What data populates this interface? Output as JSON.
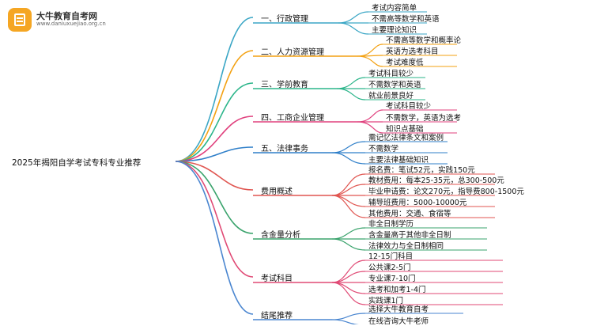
{
  "logo": {
    "name": "大牛教育自考网",
    "url": "www.daniuxuejiao.org.cn"
  },
  "root": "2025年揭阳自学考试专科专业推荐",
  "colors": [
    "#3aa6c5",
    "#f3a112",
    "#2bb58a",
    "#e0407d",
    "#2f7fc9",
    "#e05550",
    "#3aa36c",
    "#e04a75",
    "#4a86d0"
  ],
  "branches": [
    {
      "label": "一、行政管理",
      "leaves": [
        "考试内容简单",
        "不需高等数学和英语",
        "主要理论知识"
      ]
    },
    {
      "label": "二、人力资源管理",
      "leaves": [
        "不需高等数学和概率论",
        "英语为选考科目",
        "考试难度低"
      ]
    },
    {
      "label": "三、学前教育",
      "leaves": [
        "考试科目较少",
        "不需数学和英语",
        "就业前景良好"
      ]
    },
    {
      "label": "四、工商企业管理",
      "leaves": [
        "考试科目较少",
        "不需数学，英语为选考",
        "知识点基础"
      ]
    },
    {
      "label": "五、法律事务",
      "leaves": [
        "需记忆法律条文和案例",
        "不需数学",
        "主要法律基础知识"
      ]
    },
    {
      "label": "费用概述",
      "leaves": [
        "报名费：笔试52元，实践150元",
        "教材费用：每本25-35元，总300-500元",
        "毕业申请费：论文270元，指导费800-1500元",
        "辅导班费用：5000-10000元",
        "其他费用：交通、食宿等"
      ]
    },
    {
      "label": "含金量分析",
      "leaves": [
        "非全日制学历",
        "含金量高于其他非全日制",
        "法律效力与全日制相同"
      ]
    },
    {
      "label": "考试科目",
      "leaves": [
        "12-15门科目",
        "公共课2-5门",
        "专业课7-10门",
        "选考和加考1-4门",
        "实践课1门"
      ]
    },
    {
      "label": "结尾推荐",
      "leaves": [
        "选择大牛教育自考",
        "在线咨询大牛老师"
      ]
    }
  ]
}
